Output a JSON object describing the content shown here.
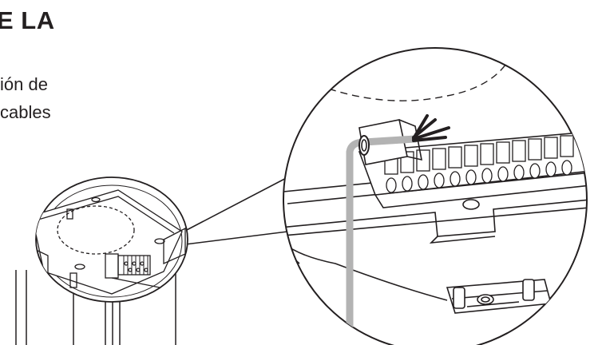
{
  "heading": {
    "title": "E LA",
    "description_lines": [
      "ión de",
      "cables"
    ]
  },
  "figure": {
    "stroke_color": "#231f20",
    "cable_color": "#b3b3b3",
    "terminal_count": 12,
    "small_terminal_count": 8,
    "parts": [
      "ceiling-base-plate",
      "terminal-block",
      "cable",
      "fixing-bracket",
      "magnifier-callout"
    ]
  }
}
